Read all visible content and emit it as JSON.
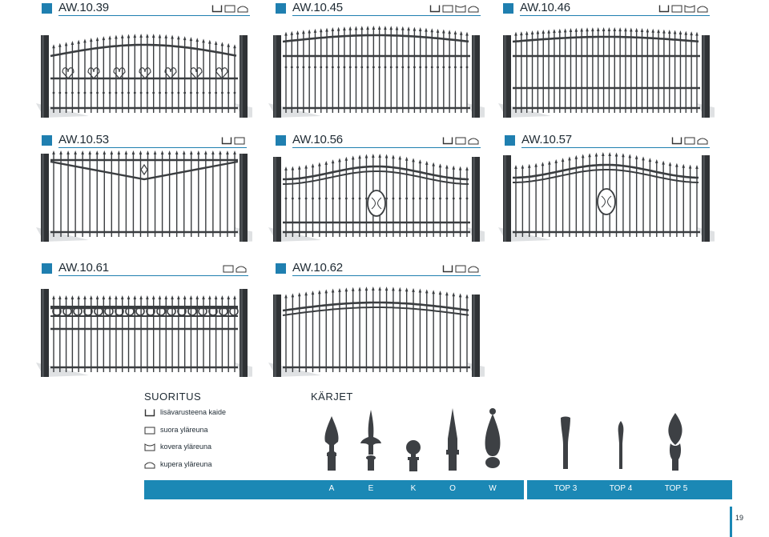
{
  "products": [
    {
      "code": "AW.10.39",
      "icons": [
        "u",
        "flat",
        "convex"
      ]
    },
    {
      "code": "AW.10.45",
      "icons": [
        "u",
        "flat",
        "concave",
        "convex"
      ]
    },
    {
      "code": "AW.10.46",
      "icons": [
        "u",
        "flat",
        "concave",
        "convex"
      ]
    },
    {
      "code": "AW.10.53",
      "icons": [
        "u",
        "flat"
      ]
    },
    {
      "code": "AW.10.56",
      "icons": [
        "u",
        "flat",
        "convex"
      ]
    },
    {
      "code": "AW.10.57",
      "icons": [
        "u",
        "flat",
        "convex"
      ]
    },
    {
      "code": "AW.10.61",
      "icons": [
        "flat",
        "convex"
      ]
    },
    {
      "code": "AW.10.62",
      "icons": [
        "u",
        "flat",
        "convex"
      ]
    }
  ],
  "suoritus": {
    "title": "SUORITUS",
    "items": [
      {
        "icon": "u",
        "label": "lisävarusteena kaide"
      },
      {
        "icon": "flat",
        "label": "suora yläreuna"
      },
      {
        "icon": "concave",
        "label": "kovera yläreuna"
      },
      {
        "icon": "convex",
        "label": "kupera yläreuna"
      }
    ]
  },
  "karjet": {
    "title": "KÄRJET",
    "tips": [
      "A",
      "E",
      "K",
      "O",
      "W",
      "TOP 3",
      "TOP 4",
      "TOP 5"
    ]
  },
  "page_number": "19",
  "colors": {
    "accent": "#1b88b5",
    "metal": "#3a3d40",
    "text": "#1e2a33"
  }
}
